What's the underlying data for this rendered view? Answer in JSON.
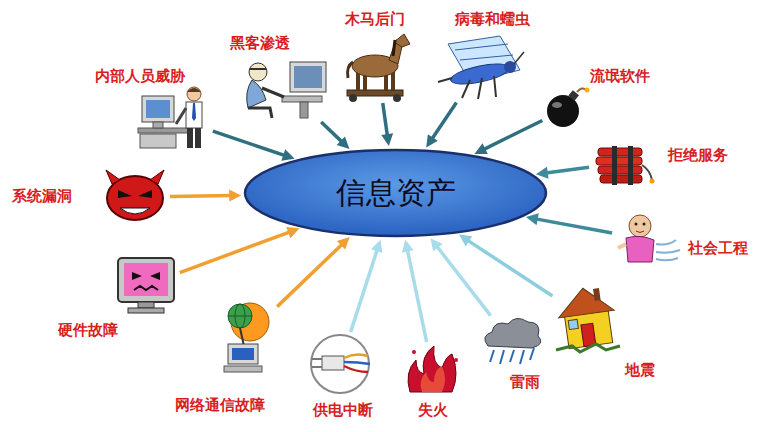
{
  "diagram": {
    "nodes": [
      {
        "text": [
          "信息资产"
        ]
      },
      {
        "text": [
          "内部人员威胁"
        ]
      },
      {
        "text": [
          "黑客渗透"
        ]
      },
      {
        "text": [
          "木马后门"
        ]
      },
      {
        "text": [
          "病毒和蠕虫"
        ]
      },
      {
        "text": [
          "流氓软件"
        ]
      },
      {
        "text": [
          "系统漏洞"
        ]
      },
      {
        "text": [
          "拒绝服务"
        ]
      },
      {
        "text": [
          "社会工程"
        ]
      },
      {
        "text": [
          "硬件故障"
        ]
      },
      {
        "text": [
          "网络通信故障"
        ]
      },
      {
        "text": [
          "供电中断"
        ]
      },
      {
        "text": [
          "失火"
        ]
      },
      {
        "text": [
          "雷雨"
        ]
      },
      {
        "text": [
          "地震"
        ]
      }
    ],
    "edges": [
      {
        "from": 1,
        "to": 0,
        "arrow": "to"
      },
      {
        "from": 2,
        "to": 0,
        "arrow": "to"
      },
      {
        "from": 3,
        "to": 0,
        "arrow": "to"
      },
      {
        "from": 4,
        "to": 0,
        "arrow": "to"
      },
      {
        "from": 5,
        "to": 0,
        "arrow": "to"
      },
      {
        "from": 6,
        "to": 0,
        "arrow": "to"
      },
      {
        "from": 7,
        "to": 0,
        "arrow": "to"
      },
      {
        "from": 8,
        "to": 0,
        "arrow": "to"
      },
      {
        "from": 9,
        "to": 0,
        "arrow": "to"
      },
      {
        "from": 10,
        "to": 0,
        "arrow": "to"
      },
      {
        "from": 11,
        "to": 0,
        "arrow": "to"
      },
      {
        "from": 12,
        "to": 0,
        "arrow": "to"
      },
      {
        "from": 13,
        "to": 0,
        "arrow": "to"
      },
      {
        "from": 14,
        "to": 0,
        "arrow": "to"
      }
    ]
  }
}
